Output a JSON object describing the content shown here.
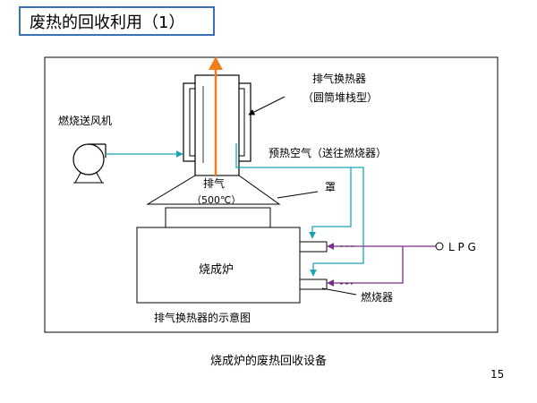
{
  "slide": {
    "title": "废热的回收利用（1）",
    "caption": "烧成炉的废热回收设备",
    "page_number": "15"
  },
  "diagram": {
    "labels": {
      "heat_exchanger": "排气换热器",
      "heat_exchanger_type": "（圆筒堆栈型）",
      "blower": "燃烧送风机",
      "preheated_air": "预热空气（送往燃烧器）",
      "hood": "罩",
      "exhaust": "排气",
      "exhaust_temp": "（500℃）",
      "kiln": "烧成炉",
      "lpg": "L P G",
      "burner": "燃烧器",
      "schematic_caption": "排气换热器的示意图"
    },
    "colors": {
      "air_line": "#1aa3b8",
      "lpg_line": "#7b2d8b",
      "exhaust_arrow": "#f07c1a",
      "title_border": "#3b6fb6"
    }
  }
}
